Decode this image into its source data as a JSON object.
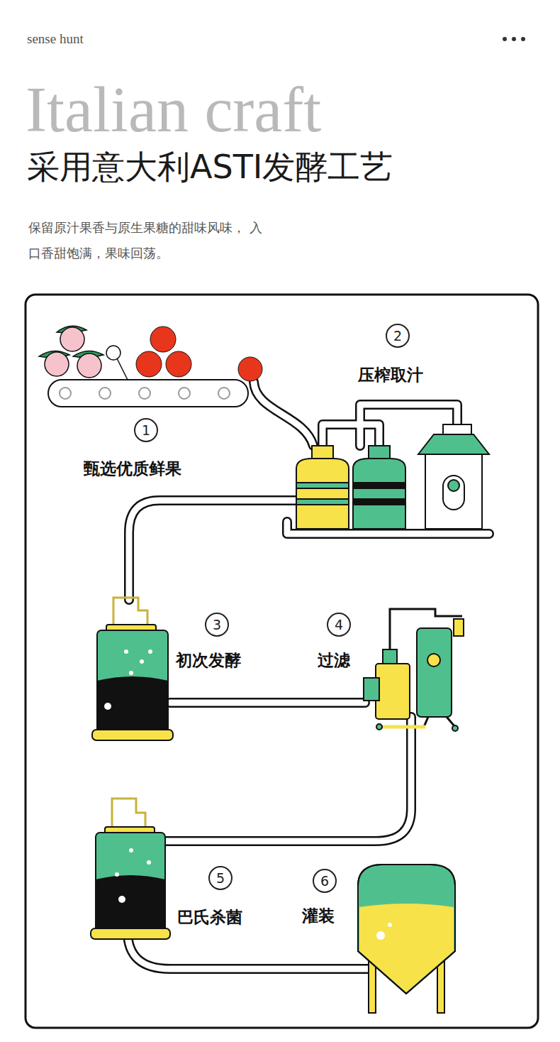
{
  "diagram": {
    "title": "采用意大利ASTI发酵工艺",
    "caption": "保留原汁果香与原生果糖的甜味风味， 入口香甜饱满，果味回荡。",
    "labels": [
      "sense hunt",
      "Italian craft",
      "1",
      "甄选优质鲜果",
      "2",
      "压榨取汁",
      "3",
      "初次发酵",
      "4",
      "过滤",
      "5",
      "巴氏杀菌",
      "6",
      "灌装"
    ]
  }
}
